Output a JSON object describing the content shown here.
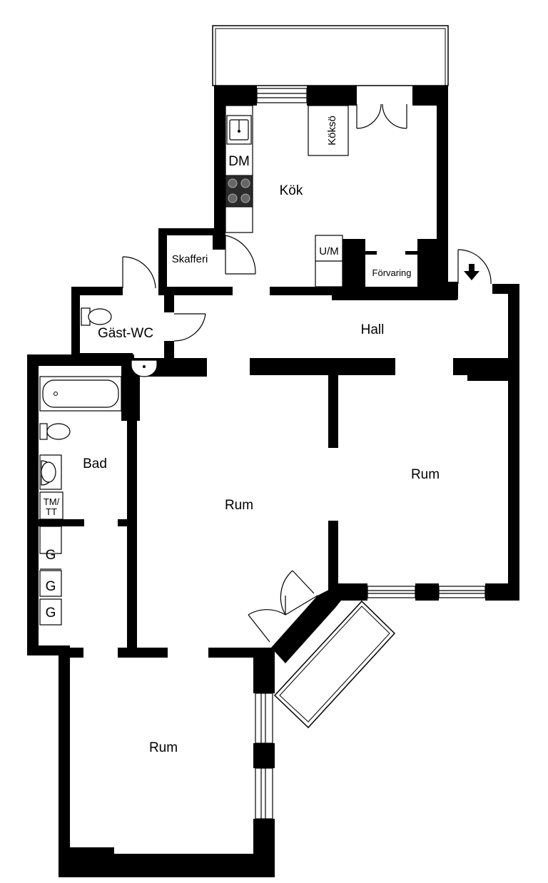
{
  "labels": {
    "kok": "Kök",
    "koksa": "Köksö",
    "dm": "DM",
    "um": "U/M",
    "forvaring": "Förvaring",
    "skafferi": "Skafferi",
    "gast_wc": "Gäst-WC",
    "hall": "Hall",
    "bad": "Bad",
    "tm": "TM/",
    "tt": "TT",
    "g": "G",
    "rum": "Rum"
  },
  "colors": {
    "wall": "#000000",
    "background": "#ffffff"
  },
  "icons": [
    "sink-icon",
    "stove-icon",
    "toilet-icon",
    "bathtub-icon",
    "washbasin-icon",
    "entrance-arrow-icon",
    "door-swing-icon",
    "window-icon"
  ]
}
